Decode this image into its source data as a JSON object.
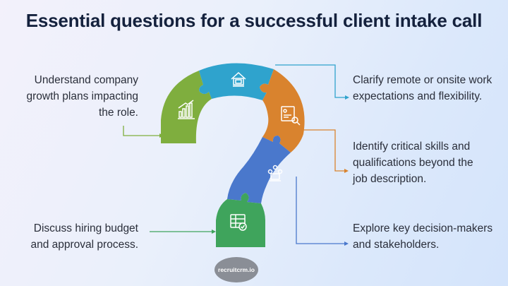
{
  "title": "Essential questions for a successful client intake call",
  "items": {
    "growth": "Understand company growth plans impacting the role.",
    "remote": "Clarify remote or onsite work expectations and flexibility.",
    "skills": "Identify critical skills and qualifications beyond the job description.",
    "budget": "Discuss hiring budget and approval process.",
    "decision": "Explore key decision-makers and stakeholders."
  },
  "brand": "recruitcrm.io",
  "colors": {
    "green": "#7fae3e",
    "teal": "#2fa3cd",
    "orange": "#d9832e",
    "blue": "#4a78cc",
    "dark_green": "#3fa45c"
  },
  "icons": [
    "chart-growth-icon",
    "remote-home-icon",
    "id-card-search-icon",
    "team-meeting-icon",
    "budget-check-icon"
  ]
}
